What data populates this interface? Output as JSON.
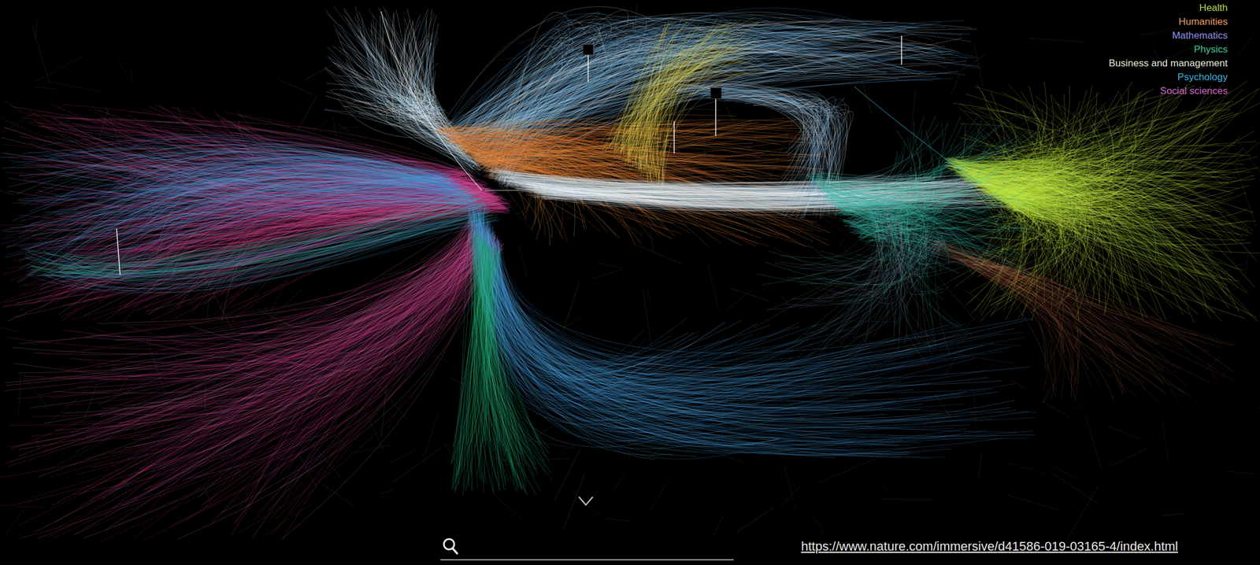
{
  "diagram": {
    "labels": [
      "https://www.nature.com/immersive/d41586-019-03165-4/index.html"
    ],
    "legend": [
      {
        "text": "Health",
        "color": "#b5d04a"
      },
      {
        "text": "Humanities",
        "color": "#e89a5a"
      },
      {
        "text": "Mathematics",
        "color": "#8e8fe6"
      },
      {
        "text": "Physics",
        "color": "#3cc49a"
      },
      {
        "text": "Business and management",
        "color": "#e6e6d6"
      },
      {
        "text": "Psychology",
        "color": "#3ab0d4"
      },
      {
        "text": "Social sciences",
        "color": "#d060c4"
      }
    ]
  }
}
